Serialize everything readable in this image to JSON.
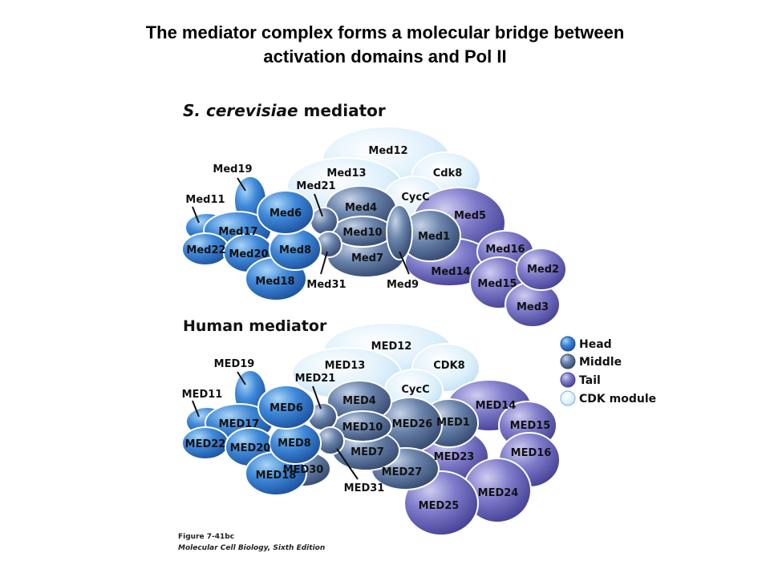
{
  "title": {
    "line1": "The mediator complex forms a molecular bridge between",
    "line2": "activation domains and Pol II"
  },
  "colors": {
    "head": "#3d82d4",
    "middle": "#6d87ad",
    "tail": "#7e7cc6",
    "cdk": "#d9eefb",
    "outline": "#ffffff"
  },
  "yeast": {
    "heading_italic": "S. cerevisiae",
    "heading_rest": " mediator",
    "subunits": {
      "med12": "Med12",
      "cdk8": "Cdk8",
      "med13": "Med13",
      "cycc": "CycC",
      "med5": "Med5",
      "med19": "Med19",
      "med11": "Med11",
      "med21": "Med21",
      "med6": "Med6",
      "med4": "Med4",
      "med17": "Med17",
      "med10": "Med10",
      "med1": "Med1",
      "med22": "Med22",
      "med20": "Med20",
      "med8": "Med8",
      "med7": "Med7",
      "med16": "Med16",
      "med2": "Med2",
      "med14": "Med14",
      "med15": "Med15",
      "med18": "Med18",
      "med31": "Med31",
      "med9": "Med9",
      "med3": "Med3"
    }
  },
  "human": {
    "heading": "Human mediator",
    "subunits": {
      "med12": "MED12",
      "med13": "MED13",
      "cdk8": "CDK8",
      "cycc": "CycC",
      "med19": "MED19",
      "med21": "MED21",
      "med11": "MED11",
      "med6": "MED6",
      "med4": "MED4",
      "med14": "MED14",
      "med17": "MED17",
      "med10": "MED10",
      "med26": "MED26",
      "med1": "MED1",
      "med15": "MED15",
      "med22": "MED22",
      "med20": "MED20",
      "med8": "MED8",
      "med7": "MED7",
      "med16": "MED16",
      "med23": "MED23",
      "med18": "MED18",
      "med30": "MED30",
      "med27": "MED27",
      "med31": "MED31",
      "med24": "MED24",
      "med25": "MED25"
    }
  },
  "legend": {
    "head": "Head",
    "middle": "Middle",
    "tail": "Tail",
    "cdk": "CDK module"
  },
  "figure": {
    "number": "Figure 7-41bc",
    "source": "Molecular Cell Biology, Sixth Edition"
  }
}
